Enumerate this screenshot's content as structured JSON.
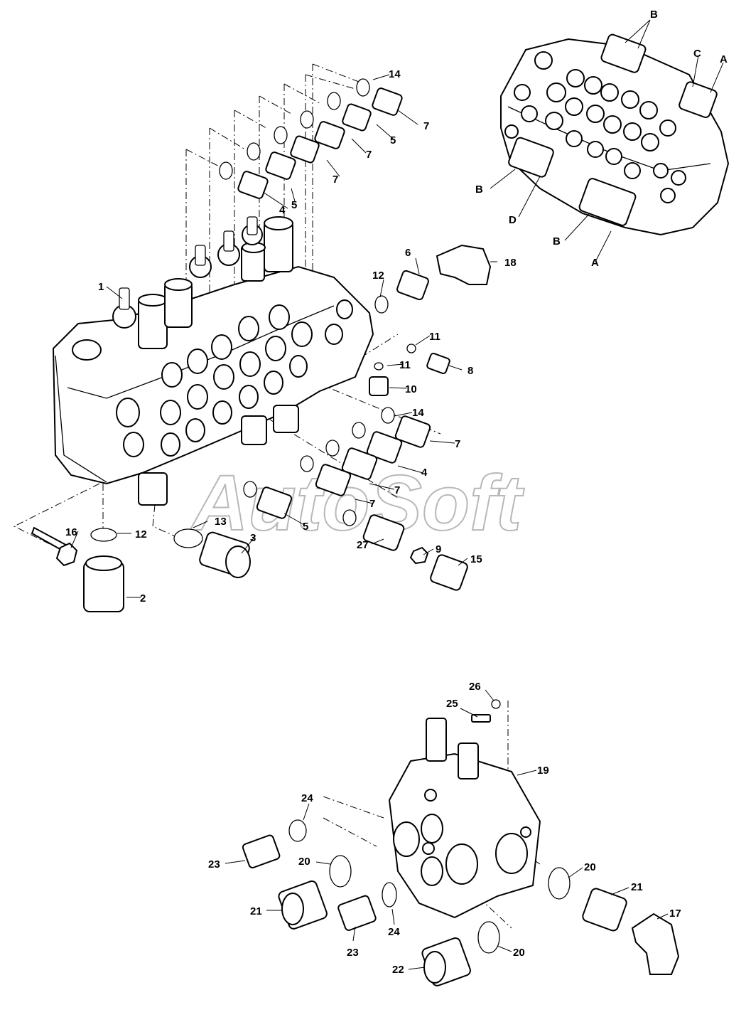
{
  "watermark": "AutoSoft",
  "callouts": {
    "c1": "1",
    "c2": "2",
    "c3": "3",
    "c4a": "4",
    "c4b": "4",
    "c5a": "5",
    "c5b": "5",
    "c5c": "5",
    "c6": "6",
    "c7a": "7",
    "c7b": "7",
    "c7c": "7",
    "c7d": "7",
    "c7e": "7",
    "c7f": "7",
    "c8": "8",
    "c9": "9",
    "c10": "10",
    "c11a": "11",
    "c11b": "11",
    "c12a": "12",
    "c12b": "12",
    "c13": "13",
    "c14a": "14",
    "c14b": "14",
    "c15": "15",
    "c16": "16",
    "c18": "18",
    "c27": "27",
    "c19": "19",
    "c20a": "20",
    "c20b": "20",
    "c20c": "20",
    "c21a": "21",
    "c21b": "21",
    "c22": "22",
    "c23a": "23",
    "c23b": "23",
    "c24a": "24",
    "c24b": "24",
    "c25": "25",
    "c26": "26",
    "c17": "17",
    "port_b1": "B",
    "port_b2": "B",
    "port_b3": "B",
    "port_c": "C",
    "port_a1": "A",
    "port_a2": "A",
    "port_d": "D"
  }
}
